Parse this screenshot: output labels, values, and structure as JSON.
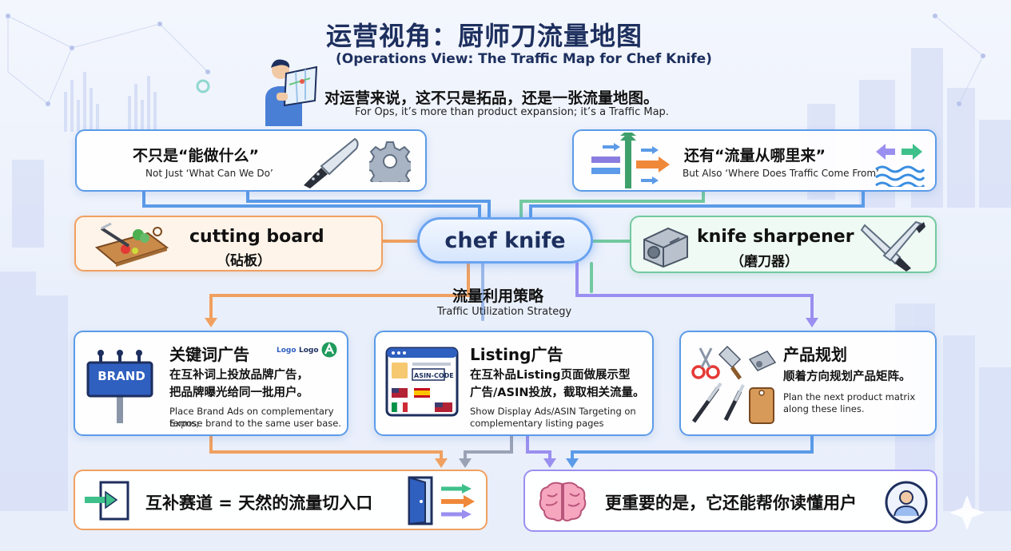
{
  "header": {
    "title": "运营视角：厨师刀流量地图",
    "subtitle": "(Operations View: The Traffic Map for Chef Knife)",
    "tagline_zh": "对运营来说，这不只是拓品，还是一张流量地图。",
    "tagline_en": "For Ops, it’s more than product expansion; it’s a Traffic Map."
  },
  "top_left": {
    "zh": "不只是“能做什么”",
    "en": "Not Just ‘What Can We Do’"
  },
  "top_right": {
    "zh": "还有“流量从哪里来”",
    "en": "But Also ‘Where Does Traffic Come From’"
  },
  "center": {
    "label": "chef knife"
  },
  "left_node": {
    "en": "cutting board",
    "zh": "（砧板）"
  },
  "right_node": {
    "en": "knife sharpener",
    "zh": "（磨刀器）"
  },
  "strategy": {
    "zh": "流量利用策略",
    "en": "Traffic Utilization Strategy"
  },
  "card_keyword": {
    "title": "关键词广告",
    "logo1": "Logo",
    "logo2": "Logo",
    "billboard": "BRAND",
    "body_zh_1": "在互补词上投放品牌广告，",
    "body_zh_2": "把品牌曝光给同一批用户。",
    "body_en_1": "Place Brand Ads on complementary terms;",
    "body_en_2": "Expose brand to the same user base."
  },
  "card_listing": {
    "title": "Listing广告",
    "asin": "ASIN-CODE",
    "body_zh_1": "在互补品Listing页面做展示型",
    "body_zh_2": "广告/ASIN投放，截取相关流量。",
    "body_en_1": "Show Display Ads/ASIN Targeting on",
    "body_en_2": "complementary listing pages"
  },
  "card_product": {
    "title": "产品规划",
    "body_zh": "顺着方向规划产品矩阵。",
    "body_en_1": "Plan the next product matrix",
    "body_en_2": "along these lines."
  },
  "bottom_left": {
    "text": "互补赛道 = 天然的流量切入口"
  },
  "bottom_right": {
    "text": "更重要的是，它还能帮你读懂用户"
  },
  "colors": {
    "blue": "#5b9be8",
    "orange": "#f0a060",
    "green": "#73c9a0",
    "purple": "#9a8ff0",
    "navy": "#1d2f5e"
  }
}
